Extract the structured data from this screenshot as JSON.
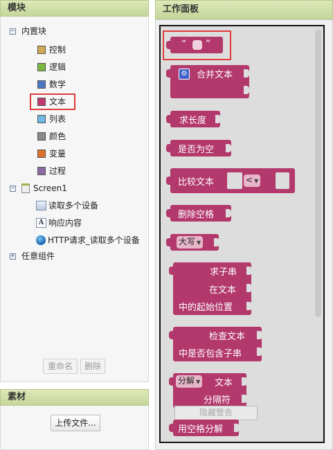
{
  "modules": {
    "title": "模块",
    "builtin": {
      "label": "内置块",
      "items": [
        {
          "label": "控制",
          "color": "#d1a752"
        },
        {
          "label": "逻辑",
          "color": "#7cb83f"
        },
        {
          "label": "数学",
          "color": "#4a79c4"
        },
        {
          "label": "文本",
          "color": "#c03970"
        },
        {
          "label": "列表",
          "color": "#6fb9e3"
        },
        {
          "label": "颜色",
          "color": "#8a8a8a"
        },
        {
          "label": "变量",
          "color": "#e0702c"
        },
        {
          "label": "过程",
          "color": "#8c6aa3"
        }
      ]
    },
    "screen": {
      "label": "Screen1",
      "components": [
        {
          "label": "读取多个设备",
          "icon": "web-component-icon"
        },
        {
          "label": "响应内容",
          "icon": "label-component-icon"
        },
        {
          "label": "HTTP请求_读取多个设备",
          "icon": "globe-icon"
        }
      ]
    },
    "any": {
      "label": "任意组件"
    },
    "buttons": {
      "rename": "重命名",
      "delete": "删除"
    }
  },
  "media": {
    "title": "素材",
    "upload": "上传文件..."
  },
  "workspace": {
    "title": "工作面板",
    "blocks": {
      "text_literal": "“",
      "text_literal_close": "”",
      "join": "合并文本",
      "length": "求长度",
      "is_empty": "是否为空",
      "compare": "比较文本",
      "compare_op": "<",
      "trim": "删除空格",
      "upcase": "大写",
      "segment_1": "求子串",
      "segment_2": "在文本",
      "segment_3": "中的起始位置",
      "contains_1": "检查文本",
      "contains_2": "中是否包含子串",
      "split": "分解",
      "split_text": "文本",
      "split_sep": "分隔符",
      "split_spaces": "用空格分解"
    },
    "hide_warnings": "隐藏警告"
  },
  "colors": {
    "text_block": "#b3386b",
    "highlight": "#e03b3b"
  }
}
